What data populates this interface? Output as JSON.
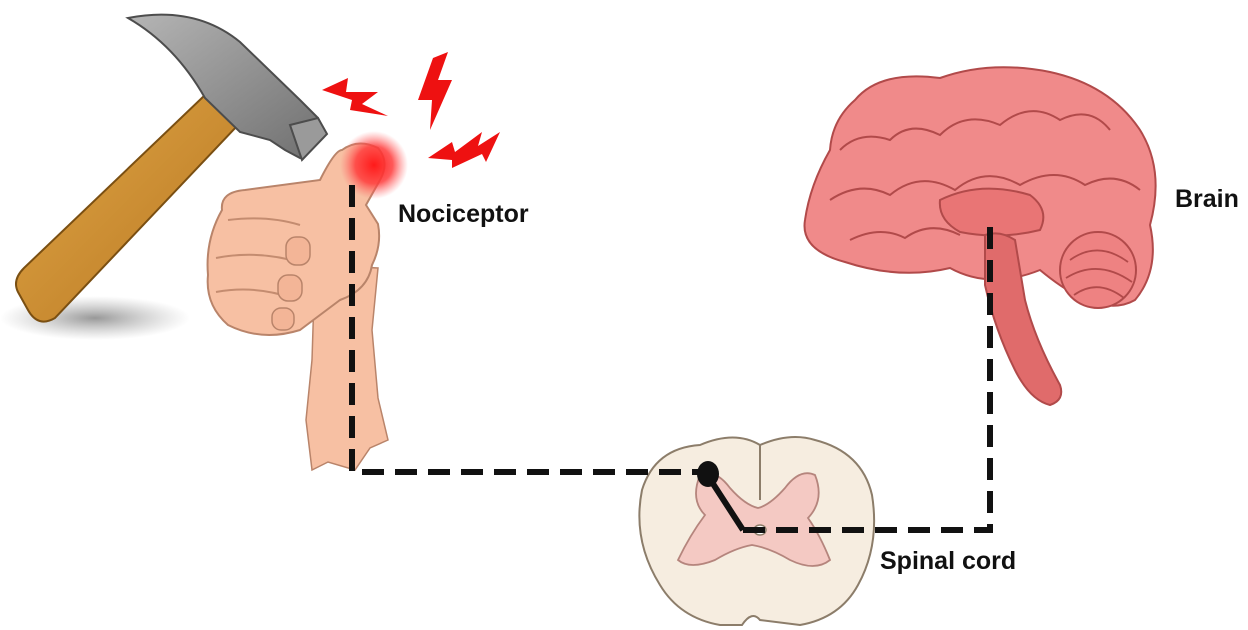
{
  "labels": {
    "nociceptor": "Nociceptor",
    "brain": "Brain",
    "spinal_cord": "Spinal cord"
  },
  "colors": {
    "pathway": "#111111",
    "pain_glow": "#ff2a2a",
    "lightning": "#ee1111",
    "skin": "#f7c0a3",
    "brain": "#f08a8a",
    "cord_white_matter": "#f6ede0",
    "cord_gray_matter": "#f4c9c3",
    "hammer_handle": "#c98a2e",
    "hammer_head": "#8e8e8e"
  },
  "icons": [
    "hammer-icon",
    "lightning-bolt-icon",
    "thumbs-up-hand-icon",
    "brain-icon",
    "spinal-cord-cross-section-icon"
  ]
}
